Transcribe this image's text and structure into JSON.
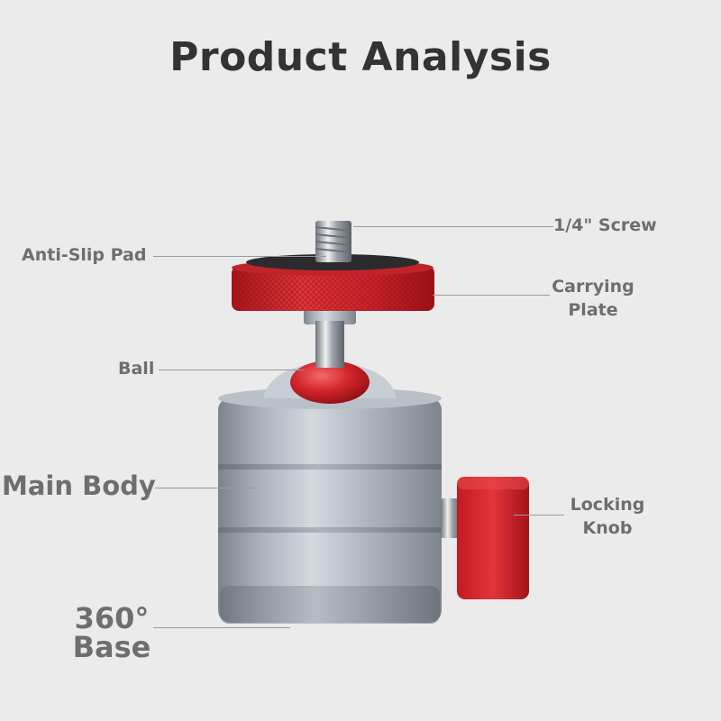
{
  "title": "Product Analysis",
  "labels": {
    "screw": "1/4\" Screw",
    "anti_slip_pad": "Anti-Slip Pad",
    "carrying_plate": [
      "Carrying",
      "Plate"
    ],
    "ball": "Ball",
    "main_body": "Main Body",
    "locking_knob": [
      "Locking",
      "Knob"
    ],
    "base": [
      "360°",
      "Base"
    ]
  },
  "colors": {
    "background": "#ebebeb",
    "accent_red": "#d8262a",
    "metal_gray": "#9aa1ab",
    "label_text": "#6e6e6e",
    "title_text": "#333333"
  }
}
